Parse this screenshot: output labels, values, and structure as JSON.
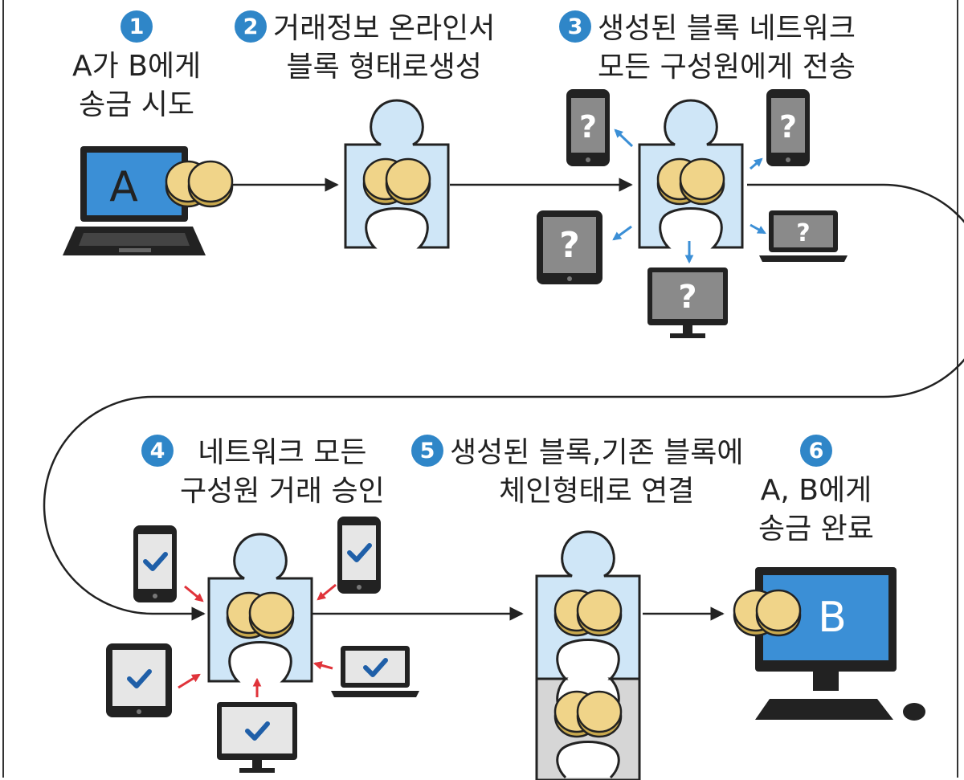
{
  "steps": [
    {
      "num": "1",
      "line1": "A가 B에게",
      "line2": "송금 시도"
    },
    {
      "num": "2",
      "line1": "거래정보 온라인서",
      "line2": "블록 형태로생성"
    },
    {
      "num": "3",
      "line1": "생성된 블록 네트워크",
      "line2": "모든 구성원에게 전송"
    },
    {
      "num": "4",
      "line1": "네트워크 모든",
      "line2": "구성원 거래 승인"
    },
    {
      "num": "5",
      "line1": "생성된 블록,기존 블록에",
      "line2": "체인형태로 연결"
    },
    {
      "num": "6",
      "line1": "A, B에게",
      "line2": "송금 완료"
    }
  ],
  "labels": {
    "sender": "A",
    "receiver": "B",
    "unknown": "?"
  },
  "colors": {
    "badge": "#2f86c8",
    "screen": "#3b8fd6",
    "puzzle": "#cfe6f7",
    "puzzle_gray": "#d6d6d6",
    "coin": "#f0d489",
    "coin_edge": "#c9a94e",
    "device": "#222222",
    "device_screen": "#8a8a8a",
    "check_screen": "#e6e6e6",
    "check": "#1f5fa8",
    "arrow_blue": "#3b8fd6",
    "arrow_red": "#e0333a",
    "flow_line": "#222222"
  },
  "icons": [
    "laptop-icon",
    "coin-icon",
    "puzzle-block-icon",
    "phone-icon",
    "tablet-icon",
    "monitor-icon",
    "question-icon",
    "check-icon"
  ]
}
